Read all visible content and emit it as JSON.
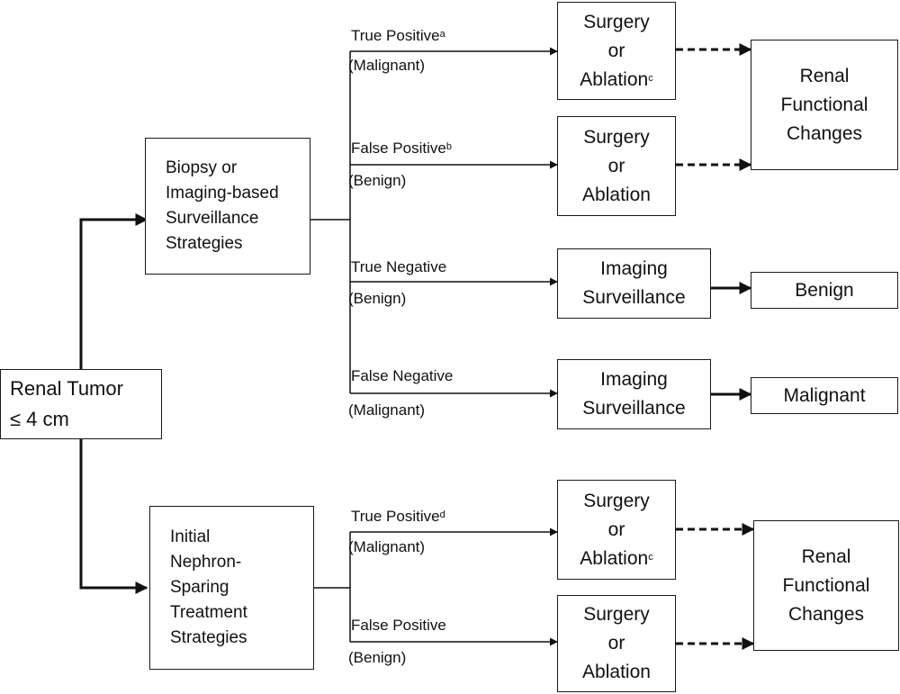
{
  "root": {
    "line1": "Renal Tumor",
    "line2": "≤ 4 cm"
  },
  "strategies": {
    "biopsy": {
      "lines": [
        "Biopsy or",
        "Imaging-based",
        "Surveillance",
        "Strategies"
      ]
    },
    "nephron": {
      "lines": [
        "Initial",
        "Nephron-",
        "Sparing",
        "Treatment",
        "Strategies"
      ]
    }
  },
  "branches": {
    "tp_a": {
      "label": "True Positive",
      "sup": "a",
      "sub": "(Malignant)"
    },
    "fp_b": {
      "label": "False Positive",
      "sup": "b",
      "sub": "(Benign)"
    },
    "tn": {
      "label": "True Negative",
      "sub": "(Benign)"
    },
    "fn": {
      "label": "False Negative",
      "sub": "(Malignant)"
    },
    "tp_d": {
      "label": "True Positive",
      "sup": "d",
      "sub": "(Malignant)"
    },
    "fp": {
      "label": "False Positive",
      "sub": "(Benign)"
    }
  },
  "treatments": {
    "surgery_c": {
      "line1": "Surgery",
      "line2": "or",
      "line3": "Ablation",
      "sup": "c"
    },
    "surgery": {
      "line1": "Surgery",
      "line2": "or",
      "line3": "Ablation"
    },
    "imaging": {
      "line1": "Imaging",
      "line2": "Surveillance"
    }
  },
  "outcomes": {
    "renal": {
      "line1": "Renal",
      "line2": "Functional",
      "line3": "Changes"
    },
    "benign": "Benign",
    "malignant": "Malignant"
  }
}
